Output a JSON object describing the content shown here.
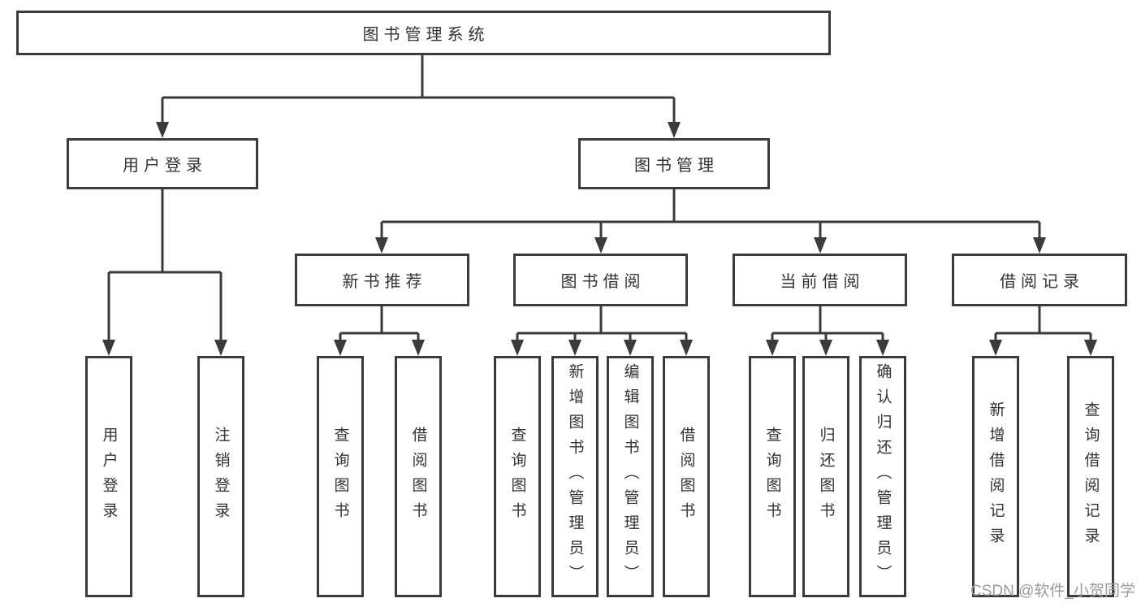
{
  "title": {
    "label": "图书管理系统"
  },
  "level2": {
    "user_login": {
      "label": "用户登录"
    },
    "book_management": {
      "label": "图书管理"
    }
  },
  "level3": {
    "new_book_recommend": {
      "label": "新书推荐"
    },
    "book_borrow": {
      "label": "图书借阅"
    },
    "current_borrow": {
      "label": "当前借阅"
    },
    "borrow_records": {
      "label": "借阅记录"
    }
  },
  "level4": {
    "user_login_children": [
      {
        "label": "用户登录"
      },
      {
        "label": "注销登录"
      }
    ],
    "new_book_children": [
      {
        "label": "查询图书"
      },
      {
        "label": "借阅图书"
      }
    ],
    "book_borrow_children": [
      {
        "label": "查询图书"
      },
      {
        "label": "新增图书（管理员）"
      },
      {
        "label": "编辑图书（管理员）"
      },
      {
        "label": "借阅图书"
      }
    ],
    "current_borrow_children": [
      {
        "label": "查询图书"
      },
      {
        "label": "归还图书"
      },
      {
        "label": "确认归还（管理员）"
      }
    ],
    "borrow_records_children": [
      {
        "label": "新增借阅记录"
      },
      {
        "label": "查询借阅记录"
      }
    ]
  },
  "watermark": {
    "text": "CSDN @软件_小贺同学"
  },
  "colors": {
    "line": "#3b3b3b",
    "box_border": "#3b3b3b",
    "box_fill": "#ffffff",
    "text": "#333333",
    "watermark": "#9b9b9b",
    "background": "#ffffff"
  }
}
